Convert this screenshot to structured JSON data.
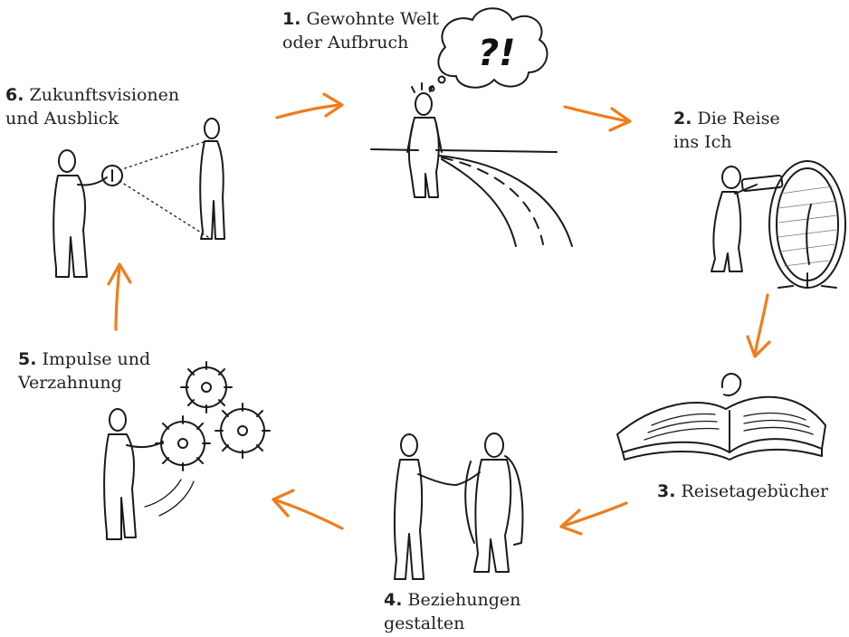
{
  "accent_color": "#f07c1c",
  "thought_bubble_text": "?!",
  "steps": [
    {
      "number": "1.",
      "line1": "Gewohnte Welt",
      "line2": "oder Aufbruch",
      "illustration": "person-at-road-fork"
    },
    {
      "number": "2.",
      "line1": "Die Reise",
      "line2": "ins Ich",
      "illustration": "person-telescope-mirror"
    },
    {
      "number": "3.",
      "line1": "Reisetagebücher",
      "line2": "",
      "illustration": "open-journal"
    },
    {
      "number": "4.",
      "line1": "Beziehungen",
      "line2": "gestalten",
      "illustration": "handshake-people"
    },
    {
      "number": "5.",
      "line1": "Impulse und",
      "line2": "Verzahnung",
      "illustration": "person-gears"
    },
    {
      "number": "6.",
      "line1": "Zukunftsvisionen",
      "line2": "und Ausblick",
      "illustration": "person-projecting-vision"
    }
  ]
}
